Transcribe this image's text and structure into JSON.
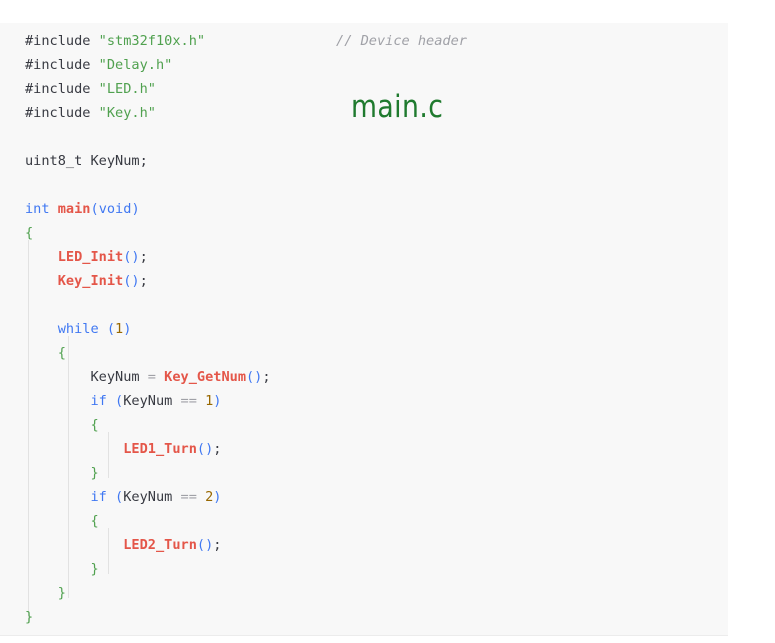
{
  "file_label": "main.c",
  "code": {
    "include_directive": "#include",
    "inc_stm32": "\"stm32f10x.h\"",
    "comment_device": "// Device header",
    "inc_delay": "\"Delay.h\"",
    "inc_led": "\"LED.h\"",
    "inc_key": "\"Key.h\"",
    "type_uint8": "uint8_t",
    "var_keynum": "KeyNum",
    "semicolon": ";",
    "kw_int": "int",
    "fn_main": "main",
    "paren_open": "(",
    "kw_void": "void",
    "paren_close": ")",
    "brace_open": "{",
    "brace_close": "}",
    "fn_led_init": "LED_Init",
    "fn_key_init": "Key_Init",
    "call_parens": "()",
    "kw_while": "while",
    "num_1": "1",
    "num_2": "2",
    "op_assign": "=",
    "fn_key_getnum": "Key_GetNum",
    "kw_if": "if",
    "op_eq": "==",
    "fn_led1_turn": "LED1_Turn",
    "fn_led2_turn": "LED2_Turn"
  }
}
